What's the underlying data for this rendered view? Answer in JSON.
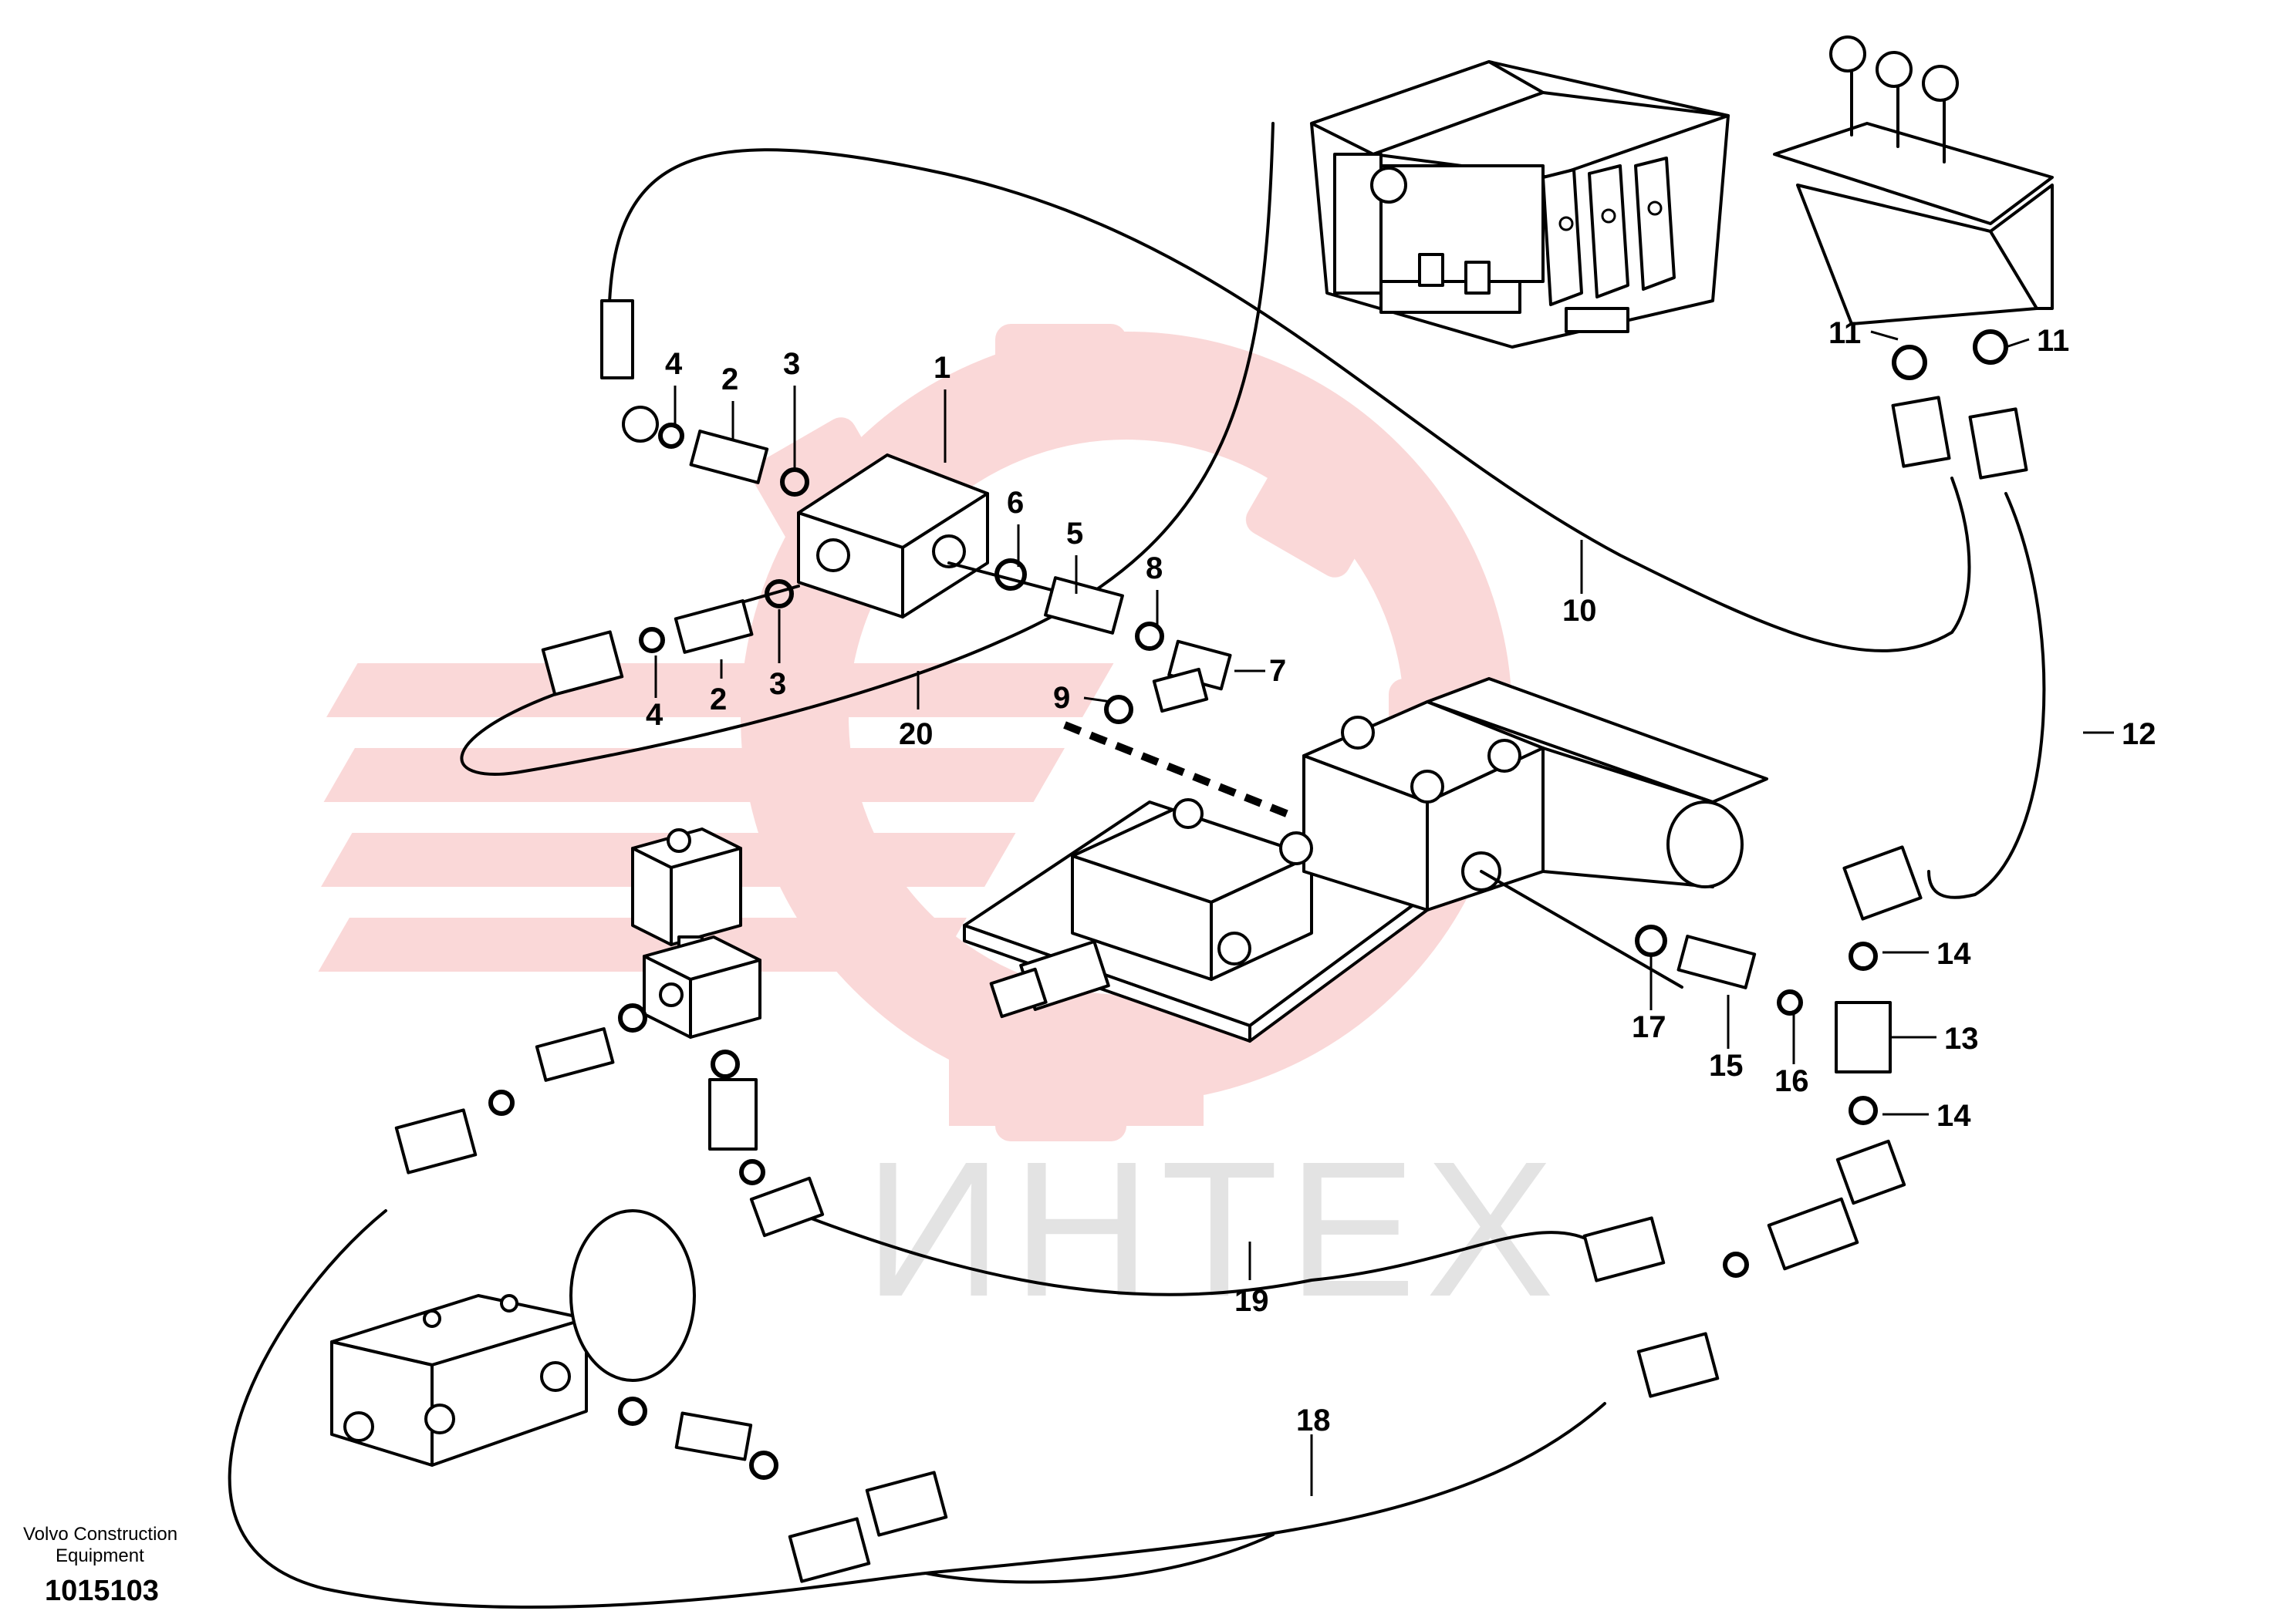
{
  "watermark": {
    "text": "ИНТЕХ",
    "gear_color": "#f6b8b8",
    "text_color": "#e3e3e3"
  },
  "labels": {
    "l1": "1",
    "l2a": "2",
    "l2b": "2",
    "l3a": "3",
    "l3b": "3",
    "l4a": "4",
    "l4b": "4",
    "l5": "5",
    "l6": "6",
    "l7": "7",
    "l8": "8",
    "l9": "9",
    "l10": "10",
    "l11a": "11",
    "l11b": "11",
    "l12": "12",
    "l13": "13",
    "l14a": "14",
    "l14b": "14",
    "l15": "15",
    "l16": "16",
    "l17": "17",
    "l18": "18",
    "l19": "19",
    "l20": "20"
  },
  "footer": {
    "line1": "Volvo Construction",
    "line2": "Equipment",
    "number": "1015103"
  },
  "colors": {
    "ink": "#000000",
    "paper": "#ffffff"
  }
}
